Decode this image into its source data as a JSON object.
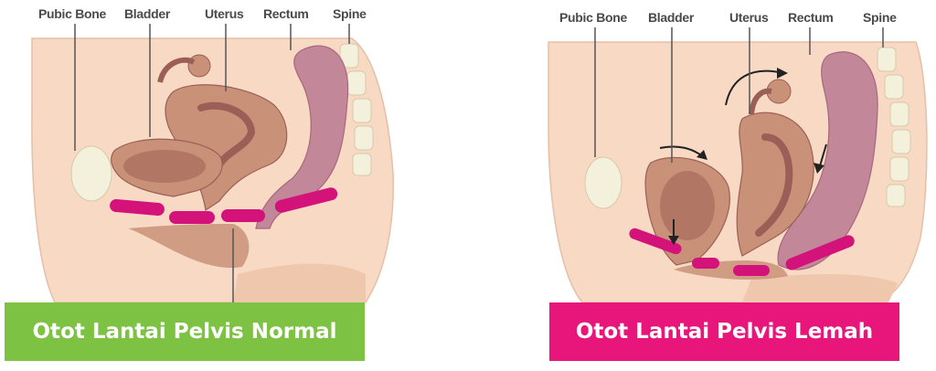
{
  "colors": {
    "skin": "#f7d9c4",
    "skin_shade": "#efc7ad",
    "organ": "#c99178",
    "organ_dark": "#9b5f57",
    "rectum": "#c3879a",
    "muscle": "#d4137a",
    "bone": "#f3f0dc",
    "normal_green": "#7dc243",
    "weak_pink": "#e8167a"
  },
  "panels": [
    {
      "labels": [
        "Pubic Bone",
        "Bladder",
        "Uterus",
        "Rectum",
        "Spine"
      ],
      "caption": "Otot Lantai Pelvis Normal"
    },
    {
      "labels": [
        "Pubic Bone",
        "Bladder",
        "Uterus",
        "Rectum",
        "Spine"
      ],
      "caption": "Otot Lantai Pelvis Lemah"
    }
  ]
}
